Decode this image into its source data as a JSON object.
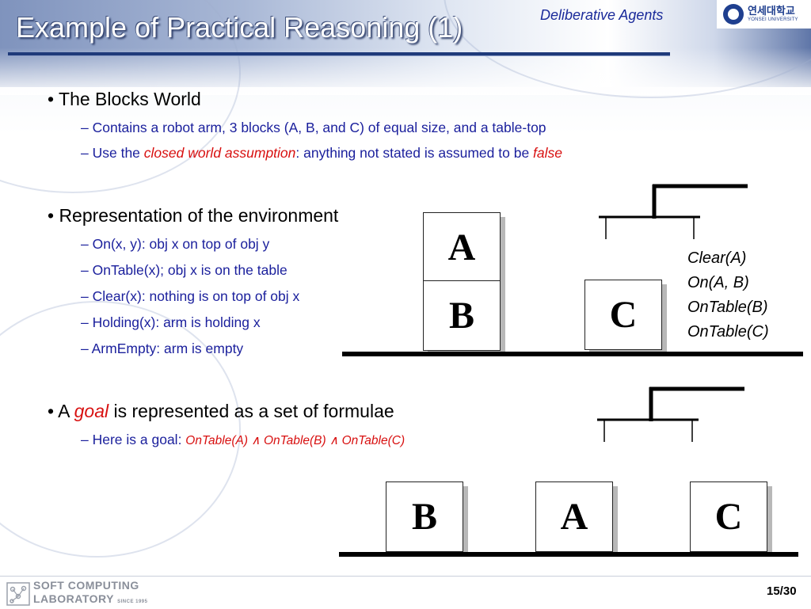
{
  "header": {
    "title": "Example of Practical Reasoning (1)",
    "section_tag": "Deliberative Agents",
    "logo": {
      "korean": "연세대학교",
      "english": "YONSEI UNIVERSITY"
    }
  },
  "content": {
    "bullet1": {
      "text": "• The Blocks World",
      "sub1": "– Contains a robot arm, 3 blocks (A, B, and C) of equal size, and a table-top",
      "sub2_pre": "– Use the ",
      "sub2_em": "closed world assumption",
      "sub2_post": ": anything not stated is assumed to be ",
      "sub2_em2": "false"
    },
    "bullet2": {
      "text": "• Representation of the environment",
      "subs": [
        "– On(x, y):  obj x on top of obj y",
        "– OnTable(x); obj x is on the table",
        "– Clear(x): nothing is on top of obj x",
        "– Holding(x): arm is holding x",
        "– ArmEmpty: arm is empty"
      ]
    },
    "bullet3": {
      "pre": "• A ",
      "em": "goal",
      "post": " is represented as a set of formulae",
      "sub_pre": "– Here is a goal: ",
      "sub_em": "OnTable(A) ∧ OnTable(B) ∧ OnTable(C)"
    }
  },
  "diagram_initial": {
    "blocks": [
      "A",
      "B",
      "C"
    ],
    "facts": [
      "Clear(A)",
      "On(A, B)",
      "OnTable(B)",
      "OnTable(C)"
    ]
  },
  "diagram_goal": {
    "blocks": [
      "B",
      "A",
      "C"
    ]
  },
  "footer": {
    "lab_line1": "SOFT COMPUTING",
    "lab_line2": "LABORATORY",
    "lab_since": "SINCE 1995",
    "page": "15/30"
  }
}
